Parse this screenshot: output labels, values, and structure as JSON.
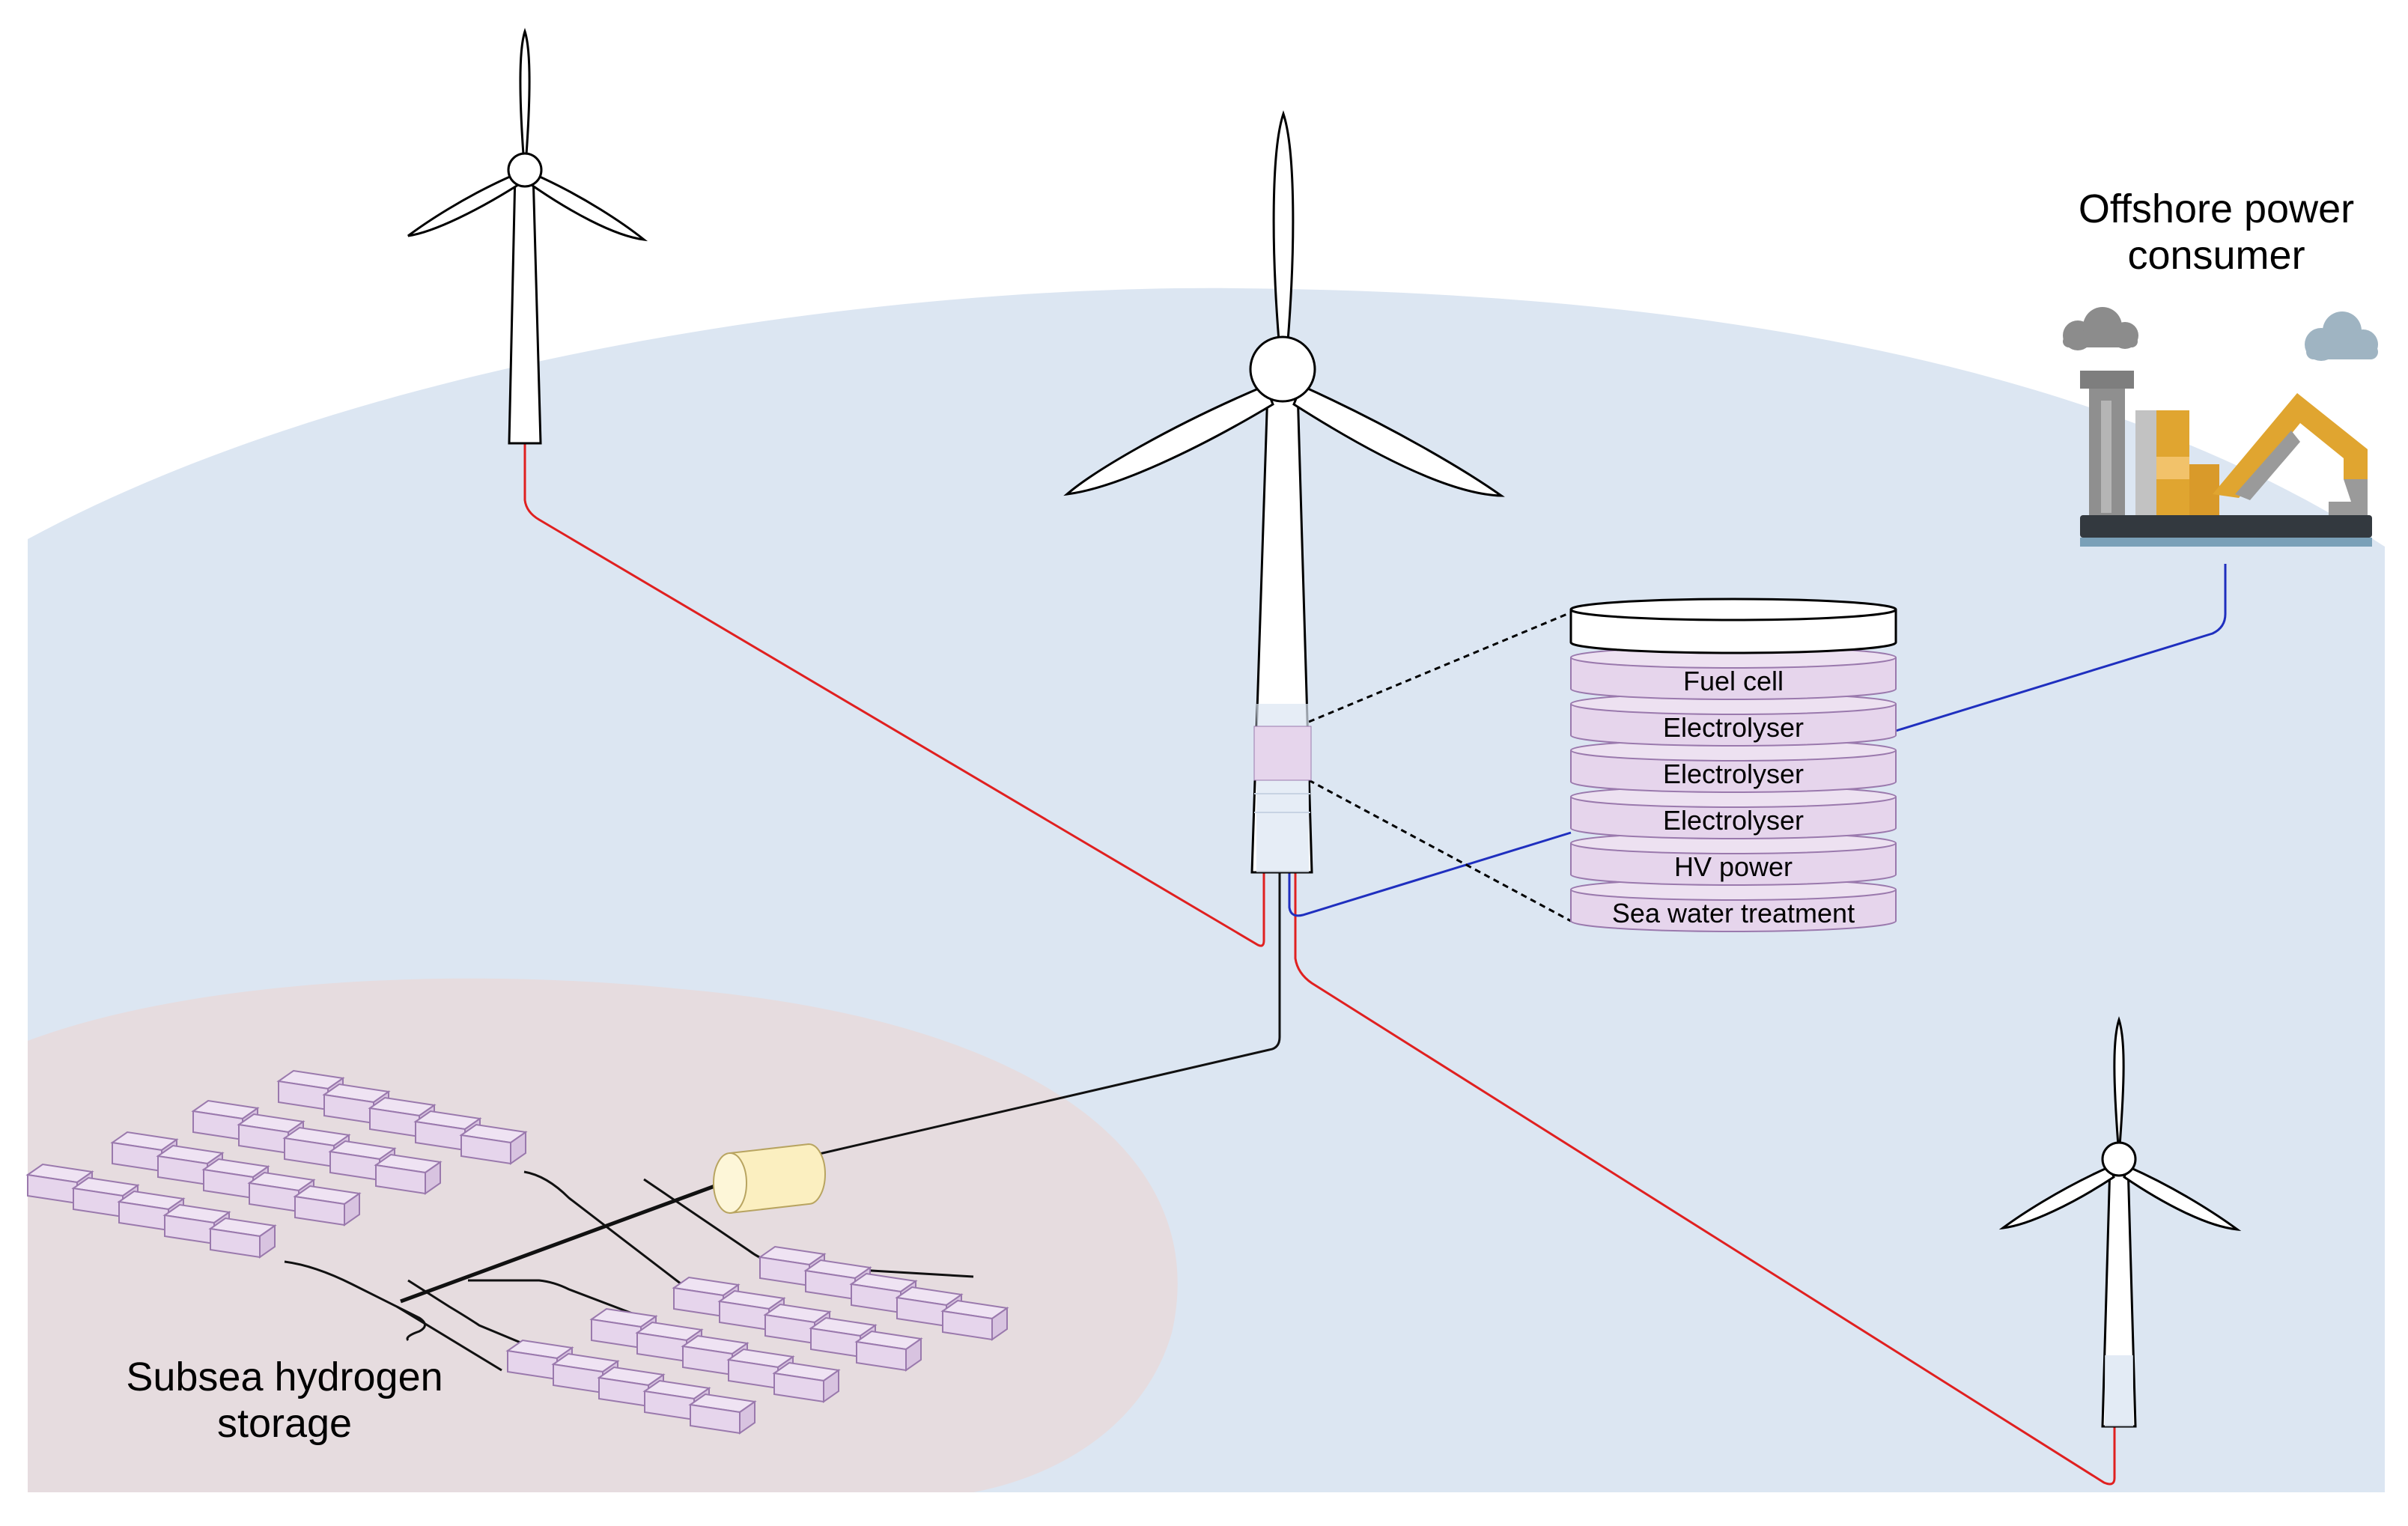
{
  "labels": {
    "consumer_line1": "Offshore power",
    "consumer_line2": "consumer",
    "storage_line1": "Subsea hydrogen",
    "storage_line2": "storage"
  },
  "stack_layers": [
    "Fuel cell",
    "Electrolyser",
    "Electrolyser",
    "Electrolyser",
    "HV power",
    "Sea water treatment"
  ],
  "colors": {
    "sea": "#dce6f2",
    "seabed": "#e6dcdf",
    "power_cable": "#e02020",
    "consumer_cable": "#1f2fbf",
    "hydrogen_pipe": "#111111",
    "module_fill": "#e6d5ec",
    "module_stroke": "#9a79ad",
    "compressor": "#fbefc0"
  },
  "icons": [
    "wind-turbine-icon",
    "factory-icon",
    "smoke-cloud-icon",
    "crane-icon",
    "hydrogen-tank-icon"
  ]
}
